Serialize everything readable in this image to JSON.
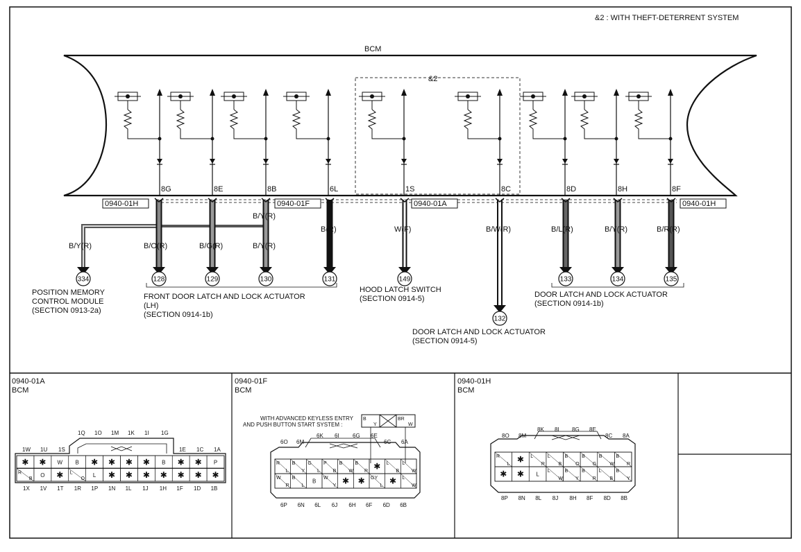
{
  "header_note": "&2 : WITH THEFT-DETERRENT SYSTEM",
  "bcm_label": "BCM",
  "group_label": "&2",
  "terminals": [
    "8G",
    "8E",
    "8B",
    "6L",
    "1S",
    "8C",
    "8D",
    "8H",
    "8F"
  ],
  "connector_tags": [
    "0940-01H",
    "0940-01F",
    "0940-01A",
    "0940-01H"
  ],
  "wire_branch_top": "B/Y(R)",
  "wires": [
    "B/Y(R)",
    "B/O(R)",
    "B/G(R)",
    "B/Y(R)",
    "B(R)",
    "W(F)",
    "B/W(R)",
    "B/L(R)",
    "B/Y(R)",
    "B/R(R)"
  ],
  "circles": [
    "334",
    "128",
    "129",
    "130",
    "131",
    "149",
    "132",
    "133",
    "134",
    "135"
  ],
  "dest": {
    "pmcm": [
      "POSITION MEMORY",
      "CONTROL MODULE",
      "(SECTION 0913-2a)"
    ],
    "front_door": [
      "FRONT DOOR LATCH AND LOCK ACTUATOR",
      "(LH)",
      "(SECTION 0914-1b)"
    ],
    "hood": [
      "HOOD LATCH SWITCH",
      "(SECTION 0914-5)"
    ],
    "door_latch_132": [
      "DOOR LATCH AND LOCK ACTUATOR",
      "(SECTION 0914-5)"
    ],
    "door_latch_right": [
      "DOOR LATCH AND LOCK ACTUATOR",
      "(SECTION 0914-1b)"
    ]
  },
  "panels": [
    {
      "code": "0940-01A",
      "name": "BCM"
    },
    {
      "code": "0940-01F",
      "name": "BCM"
    },
    {
      "code": "0940-01H",
      "name": "BCM"
    }
  ],
  "conn_a": {
    "top_pins_center": [
      "1Q",
      "1O",
      "1M",
      "1K",
      "1I",
      "1G"
    ],
    "top_left": [
      "1W",
      "1U",
      "1S"
    ],
    "top_right": [
      "1E",
      "1C",
      "1A"
    ],
    "row1": [
      "✱",
      "✱",
      "W",
      "B",
      "✱",
      "✱",
      "✱",
      "✱",
      "B",
      "✱",
      "✱",
      "P"
    ],
    "row2": [
      "R B",
      "O",
      "✱",
      "L O",
      "L",
      "✱",
      "✱",
      "✱",
      "✱",
      "✱",
      "✱",
      "✱"
    ],
    "bottom_pins": [
      "1X",
      "1V",
      "1T",
      "1R",
      "1P",
      "1N",
      "1L",
      "1J",
      "1H",
      "1F",
      "1D",
      "1B"
    ]
  },
  "conn_f": {
    "note": [
      "WITH ADVANCED KEYLESS ENTRY",
      "AND PUSH BUTTON START SYSTEM :"
    ],
    "inset_left": [
      "B",
      "Y"
    ],
    "inset_right": [
      "BR",
      "W"
    ],
    "top_left": [
      "6O",
      "6M"
    ],
    "top_center": [
      "6K",
      "6I",
      "6G",
      "6E"
    ],
    "top_right": [
      "6C",
      "6A"
    ],
    "row1": [
      "R L",
      "B Y",
      "G L",
      "P B",
      "B W",
      "B R",
      "✱",
      "L B",
      "L W"
    ],
    "row2": [
      "W R",
      "B L",
      "B",
      "W Y",
      "✱",
      "✱",
      "GY L",
      "✱",
      "L W"
    ],
    "bottom_pins": [
      "6P",
      "6N",
      "6L",
      "6J",
      "6H",
      "6F",
      "6D",
      "6B"
    ]
  },
  "conn_h": {
    "top_left": [
      "8O",
      "8M"
    ],
    "top_center": [
      "8K",
      "8I",
      "8G",
      "8E"
    ],
    "top_right": [
      "8C",
      "8A"
    ],
    "row1": [
      "R L",
      "✱",
      "L R",
      "L B",
      "B O",
      "B G",
      "B W",
      "B R"
    ],
    "row2": [
      "✱",
      "✱",
      "L",
      "L W",
      "B Y",
      "B R",
      "L B",
      "B Y"
    ],
    "bottom_pins": [
      "8P",
      "8N",
      "8L",
      "8J",
      "8H",
      "8F",
      "8D",
      "8B"
    ]
  }
}
